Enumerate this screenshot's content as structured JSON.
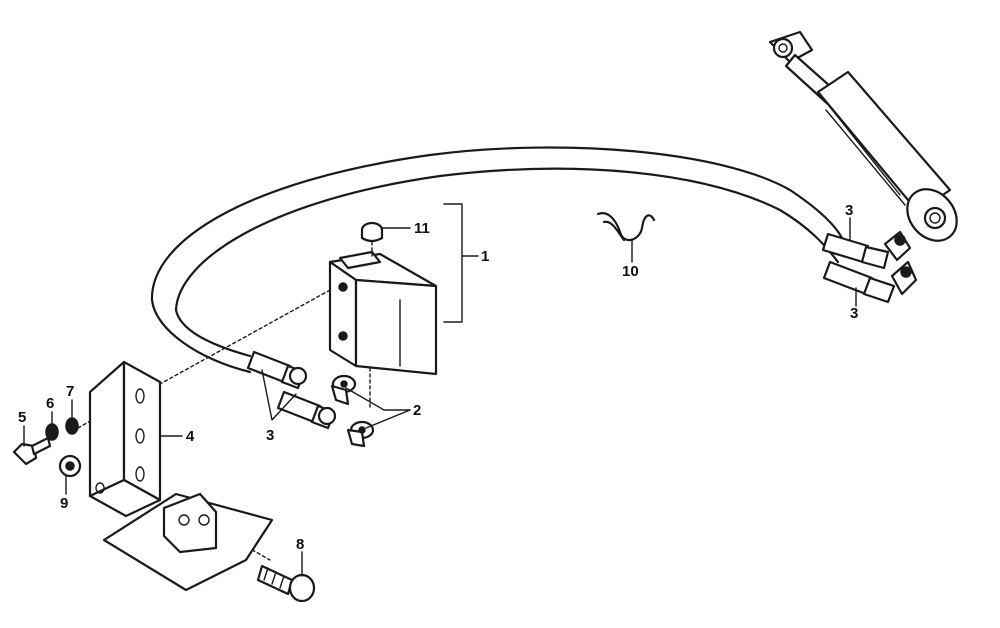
{
  "diagram": {
    "callouts": [
      {
        "id": "c1",
        "label": "1"
      },
      {
        "id": "c2",
        "label": "2"
      },
      {
        "id": "c3-left",
        "label": "3"
      },
      {
        "id": "c3-right-top",
        "label": "3"
      },
      {
        "id": "c3-right-bottom",
        "label": "3"
      },
      {
        "id": "c4",
        "label": "4"
      },
      {
        "id": "c5",
        "label": "5"
      },
      {
        "id": "c6",
        "label": "6"
      },
      {
        "id": "c7",
        "label": "7"
      },
      {
        "id": "c8",
        "label": "8"
      },
      {
        "id": "c9",
        "label": "9"
      },
      {
        "id": "c10",
        "label": "10"
      },
      {
        "id": "c11",
        "label": "11"
      }
    ]
  }
}
